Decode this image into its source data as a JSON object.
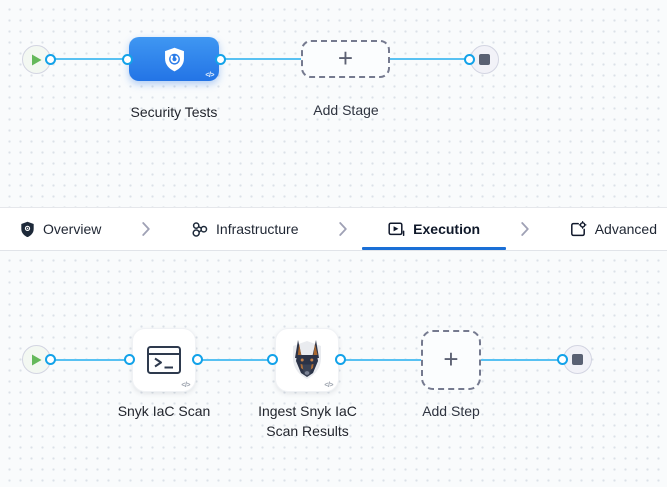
{
  "stage_pipeline": {
    "stage": {
      "label": "Security Tests",
      "icon": "security-shield-icon"
    },
    "add_stage": {
      "label": "Add Stage",
      "plus": "+"
    },
    "code_badge": "</>"
  },
  "tabs": {
    "items": [
      {
        "label": "Overview",
        "icon": "shield-icon",
        "active": false
      },
      {
        "label": "Infrastructure",
        "icon": "infrastructure-icon",
        "active": false
      },
      {
        "label": "Execution",
        "icon": "execution-icon",
        "active": true
      },
      {
        "label": "Advanced",
        "icon": "advanced-icon",
        "active": false
      }
    ]
  },
  "step_pipeline": {
    "steps": [
      {
        "label": "Snyk IaC Scan",
        "icon": "terminal-icon"
      },
      {
        "label": "Ingest Snyk IaC Scan Results",
        "icon": "doberman-icon"
      }
    ],
    "add_step": {
      "label": "Add Step",
      "plus": "+"
    },
    "code_badge": "</>"
  },
  "colors": {
    "connector_line": "#58c1f2",
    "connector_port": "#12a2e9",
    "stage_blue": "#2b7ce8",
    "active_tab_underline": "#1a6fd6",
    "play_green": "#65b95b",
    "stop_gray": "#5a6173",
    "canvas_bg": "#f9fbfc",
    "grid_dot": "#dbe1e8"
  }
}
